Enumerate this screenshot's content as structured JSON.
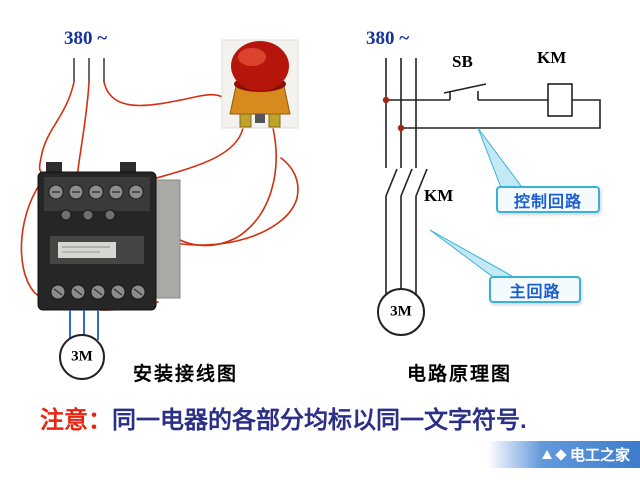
{
  "left_panel": {
    "supply_label": "380 ~",
    "motor_label": "3M",
    "caption": "安装接线图"
  },
  "right_panel": {
    "supply_label": "380 ~",
    "sb_label": "SB",
    "km_coil_label": "KM",
    "km_contact_label": "KM",
    "motor_label": "3M",
    "caption": "电路原理图",
    "callout_control": "控制回路",
    "callout_main": "主回路"
  },
  "note": {
    "prefix": "注意：",
    "text": "同一电器的各部分均标以同一文字符号."
  },
  "watermark": {
    "text": "电工之家"
  },
  "colors": {
    "supply_text": "#16339e",
    "wire_red": "#d2300e",
    "wire_blue": "#2f6cc5",
    "schematic_black": "#222222",
    "callout_border": "#3ab2d8",
    "callout_text": "#1b5ed2",
    "note_prefix": "#e82512",
    "note_text": "#2b2f85",
    "watermark_blue": "#3d7ccc",
    "button_red": "#b5150b",
    "button_base_orange": "#d78a1e",
    "junction_dot": "#a62615"
  }
}
